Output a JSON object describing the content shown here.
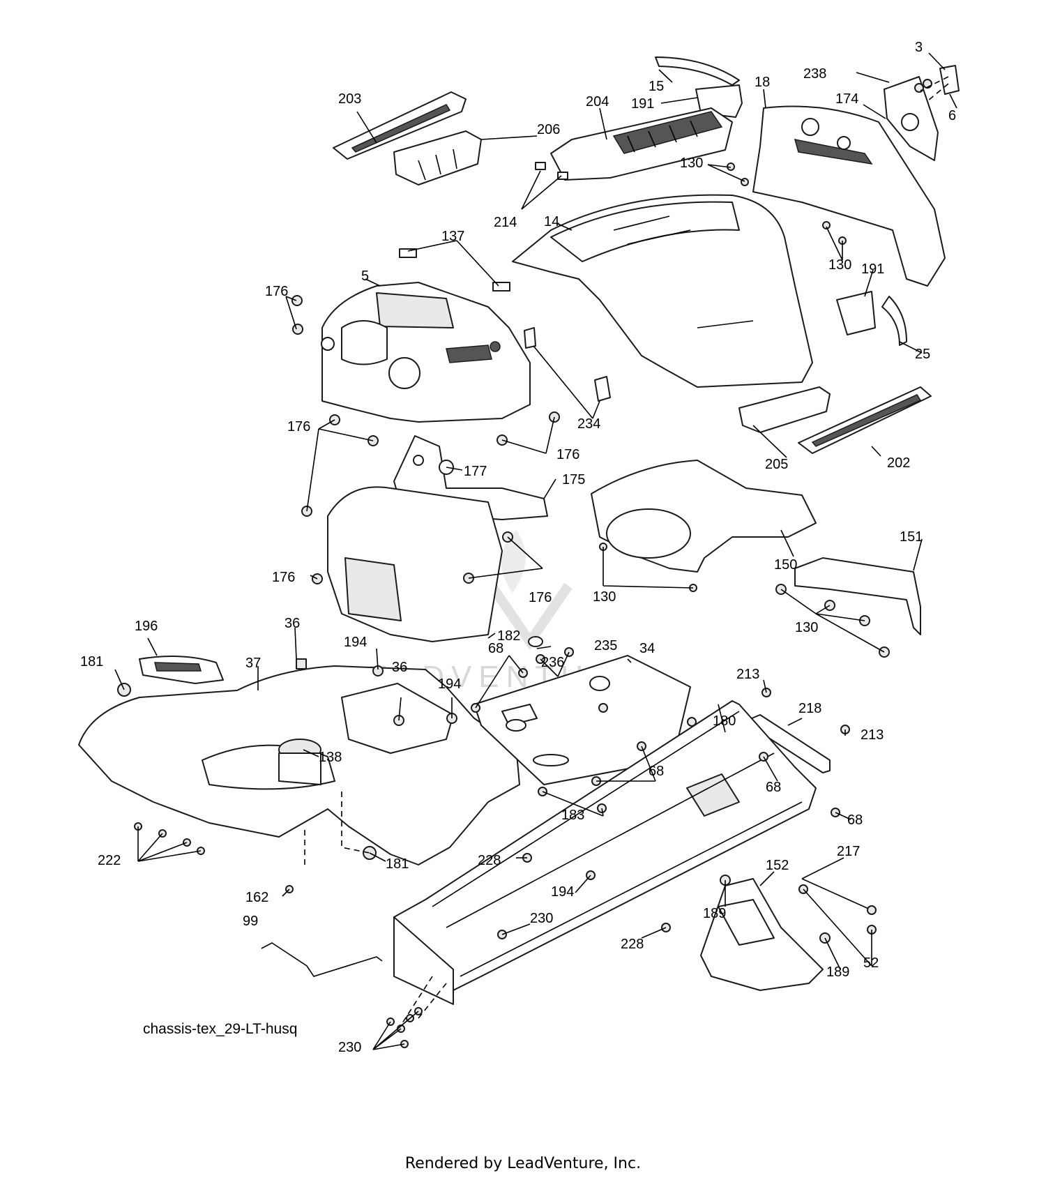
{
  "diagram_code": "chassis-tex_29-LT-husq",
  "footer_credit": "Rendered by LeadVenture, Inc.",
  "watermark_text": "LEADVENTURE",
  "callouts": [
    "3",
    "238",
    "174",
    "6",
    "15",
    "18",
    "191",
    "204",
    "130",
    "203",
    "206",
    "214",
    "14",
    "130",
    "191",
    "137",
    "5",
    "176",
    "25",
    "234",
    "176",
    "176",
    "205",
    "202",
    "177",
    "175",
    "150",
    "151",
    "176",
    "176",
    "130",
    "130",
    "182",
    "196",
    "36",
    "194",
    "68",
    "235",
    "34",
    "181",
    "37",
    "36",
    "236",
    "194",
    "213",
    "218",
    "213",
    "180",
    "138",
    "68",
    "68",
    "68",
    "183",
    "222",
    "181",
    "228",
    "217",
    "152",
    "162",
    "194",
    "189",
    "230",
    "228",
    "99",
    "189",
    "52",
    "230"
  ]
}
